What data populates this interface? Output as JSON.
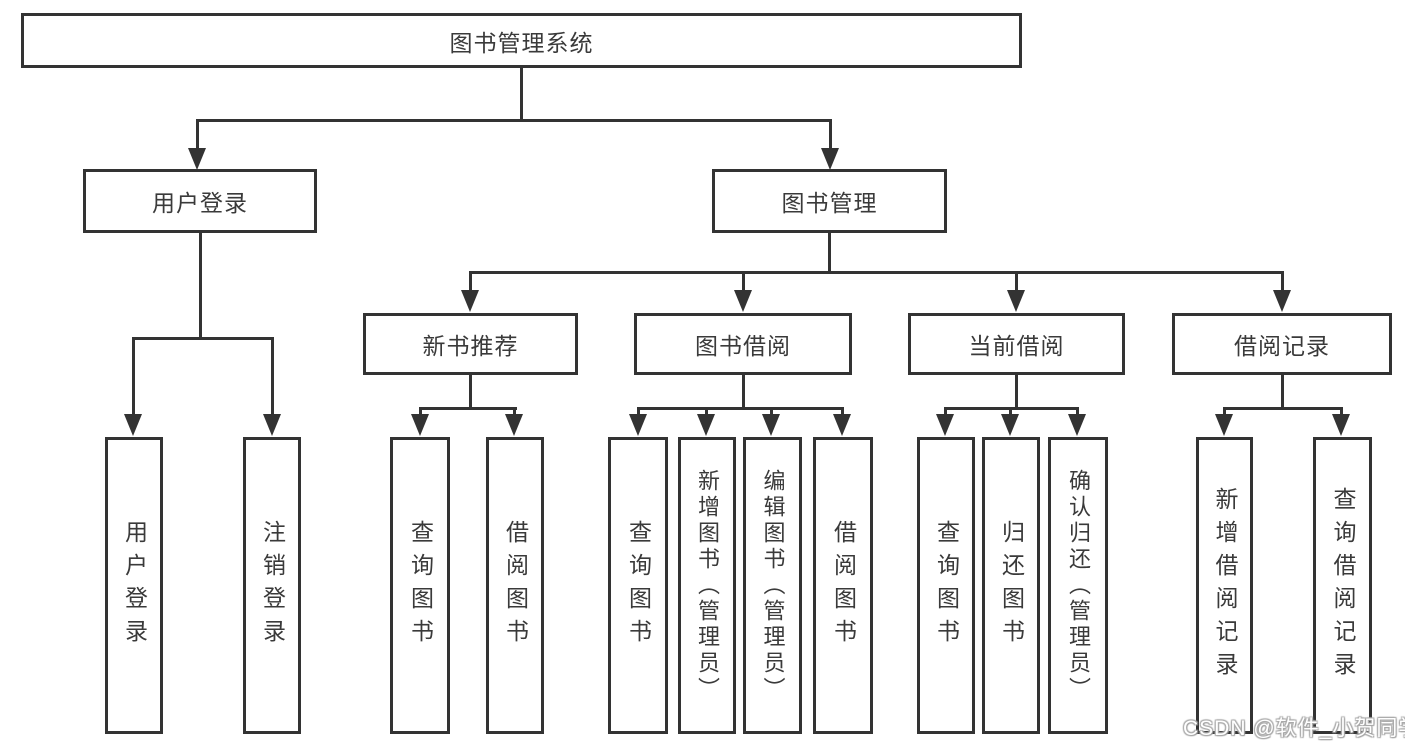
{
  "nodes": {
    "root": {
      "label": "图书管理系统"
    },
    "user_login": {
      "label": "用户登录"
    },
    "book_mgmt": {
      "label": "图书管理"
    },
    "new_books": {
      "label": "新书推荐"
    },
    "book_borrow": {
      "label": "图书借阅"
    },
    "current_borrow": {
      "label": "当前借阅"
    },
    "borrow_records": {
      "label": "借阅记录"
    },
    "leaf_login": {
      "label": "用户登录"
    },
    "leaf_logout": {
      "label": "注销登录"
    },
    "nb_query": {
      "label": "查询图书"
    },
    "nb_borrow": {
      "label": "借阅图书"
    },
    "bb_query": {
      "label": "查询图书"
    },
    "bb_add": {
      "label": "新增图书（管理员）"
    },
    "bb_edit": {
      "label": "编辑图书（管理员）"
    },
    "bb_borrow": {
      "label": "借阅图书"
    },
    "cb_query": {
      "label": "查询图书"
    },
    "cb_return": {
      "label": "归还图书"
    },
    "cb_confirm": {
      "label": "确认归还（管理员）"
    },
    "br_add": {
      "label": "新增借阅记录"
    },
    "br_query": {
      "label": "查询借阅记录"
    }
  },
  "tree": {
    "图书管理系统": {
      "用户登录": [
        "用户登录",
        "注销登录"
      ],
      "图书管理": {
        "新书推荐": [
          "查询图书",
          "借阅图书"
        ],
        "图书借阅": [
          "查询图书",
          "新增图书（管理员）",
          "编辑图书（管理员）",
          "借阅图书"
        ],
        "当前借阅": [
          "查询图书",
          "归还图书",
          "确认归还（管理员）"
        ],
        "借阅记录": [
          "新增借阅记录",
          "查询借阅记录"
        ]
      }
    }
  },
  "watermark": {
    "text": "CSDN @软件_小贺同学"
  },
  "colors": {
    "line": "#333333",
    "text": "#3a3a3a",
    "background": "#ffffff"
  }
}
